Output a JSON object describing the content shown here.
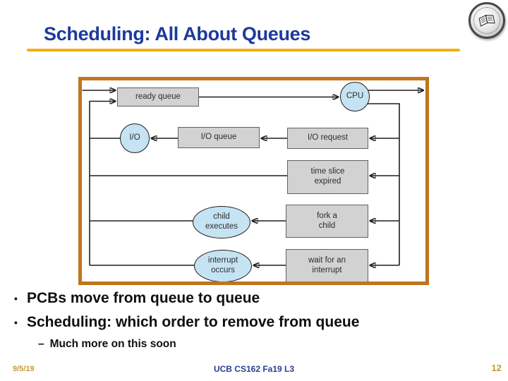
{
  "header": {
    "title": "Scheduling: All About Queues",
    "logo": "uc-berkeley-seal-icon"
  },
  "colors": {
    "title_blue": "#1d3a9c",
    "rule_gold": "#efb211",
    "frame_orange": "#c0751e",
    "node_gray_fill": "#d2d2d2",
    "node_blue_fill": "#c5e3f2",
    "footer_gold": "#c49a33",
    "footer_blue": "#2b3f92"
  },
  "diagram": {
    "nodes": {
      "ready_queue": {
        "label": "ready queue"
      },
      "cpu": {
        "label": "CPU"
      },
      "io": {
        "label": "I/O"
      },
      "io_queue": {
        "label": "I/O queue"
      },
      "io_request": {
        "label": "I/O request"
      },
      "time_slice_expired": {
        "label": "time slice\nexpired"
      },
      "child_executes": {
        "label": "child\nexecutes"
      },
      "fork_a_child": {
        "label": "fork a\nchild"
      },
      "interrupt_occurs": {
        "label": "interrupt\noccurs"
      },
      "wait_for_interrupt": {
        "label": "wait for an\ninterrupt"
      }
    }
  },
  "bullets": {
    "glyph": "•",
    "items": [
      "PCBs move from queue to queue",
      "Scheduling: which order to remove from queue"
    ],
    "sub_glyph": "–",
    "sub_item": "Much more on this soon"
  },
  "footer": {
    "date": "9/5/19",
    "course": "UCB CS162 Fa19 L3",
    "page": "12"
  }
}
